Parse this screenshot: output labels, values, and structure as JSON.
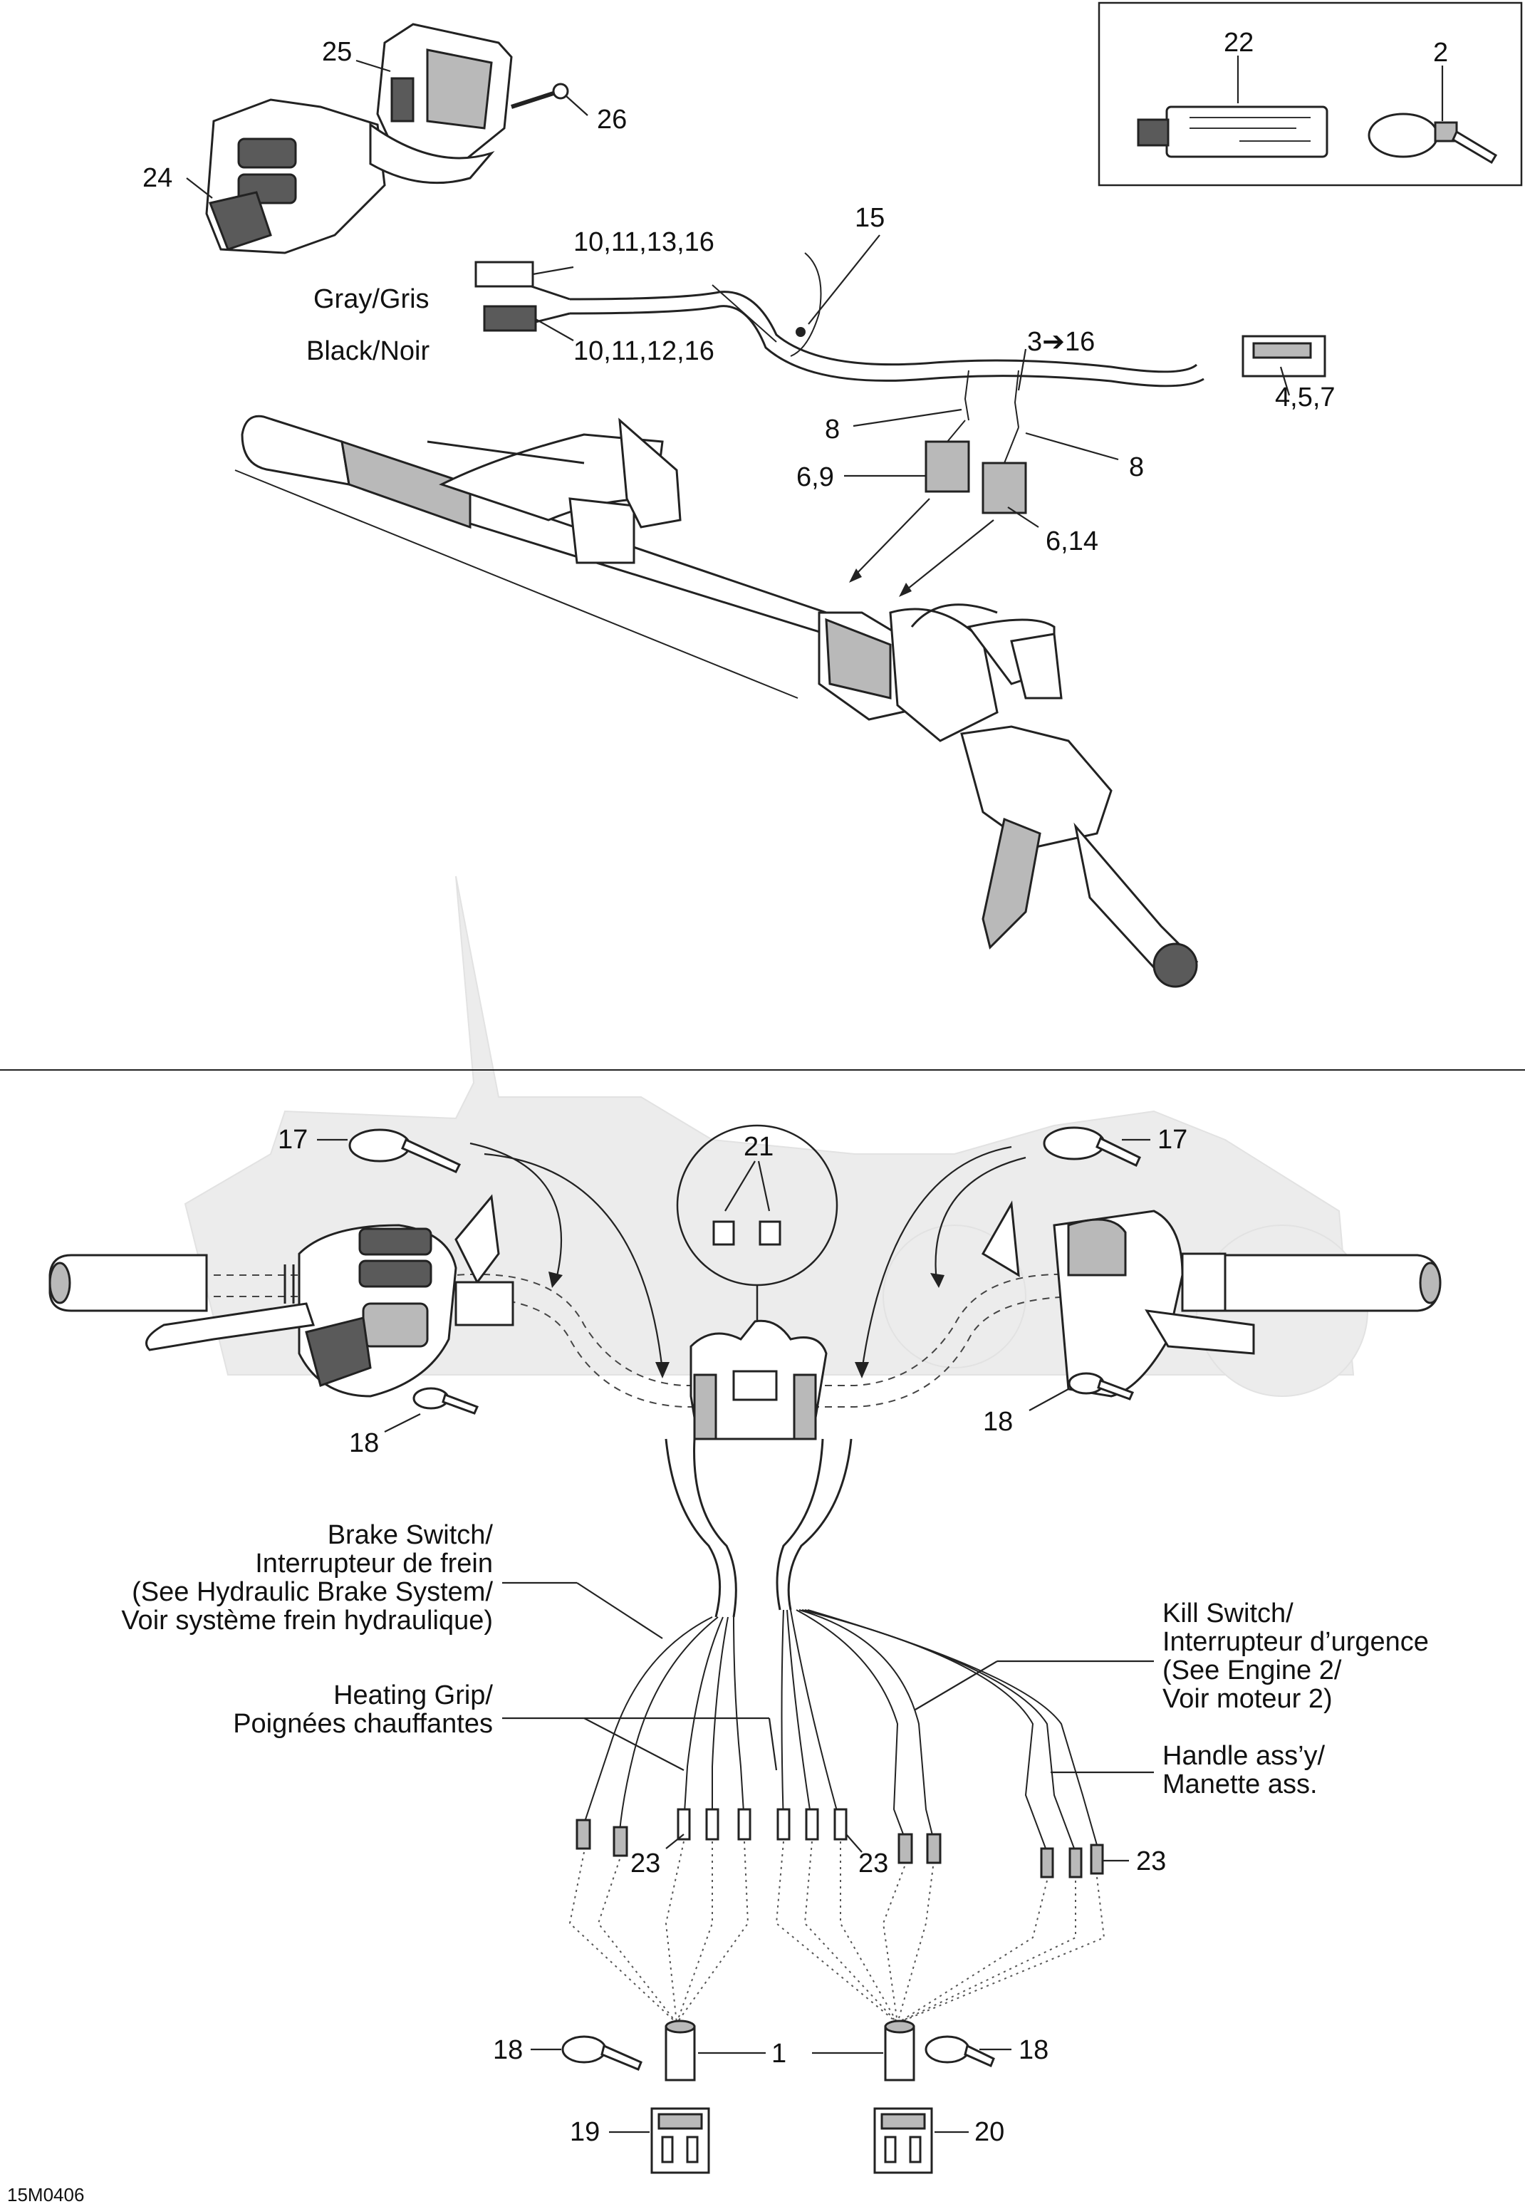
{
  "drawing_id": "15M0406",
  "callouts": {
    "c1": "1",
    "c2": "2",
    "c6_9": "6,9",
    "c6_14": "6,14",
    "c8a": "8",
    "c8b": "8",
    "c3_16": "3➔16",
    "c4_5_7": "4,5,7",
    "c10_11_13_16": "10,11,13,16",
    "c10_11_12_16": "10,11,12,16",
    "c15": "15",
    "c17a": "17",
    "c17b": "17",
    "c18a": "18",
    "c18b": "18",
    "c18c": "18",
    "c18d": "18",
    "c19": "19",
    "c20": "20",
    "c21": "21",
    "c22": "22",
    "c23a": "23",
    "c23b": "23",
    "c23c": "23",
    "c24": "24",
    "c25": "25",
    "c26": "26"
  },
  "connector_labels": {
    "gray": "Gray/Gris",
    "black": "Black/Noir"
  },
  "annotations": {
    "brake": [
      "Brake Switch/",
      "Interrupteur de frein",
      "(See Hydraulic Brake System/",
      "Voir système frein hydraulique)"
    ],
    "heating": [
      "Heating Grip/",
      "Poignées chauffantes"
    ],
    "kill": [
      "Kill Switch/",
      "Interrupteur d’urgence",
      "(See Engine 2/",
      "Voir moteur 2)"
    ],
    "handle": [
      "Handle ass’y/",
      "Manette ass."
    ]
  }
}
